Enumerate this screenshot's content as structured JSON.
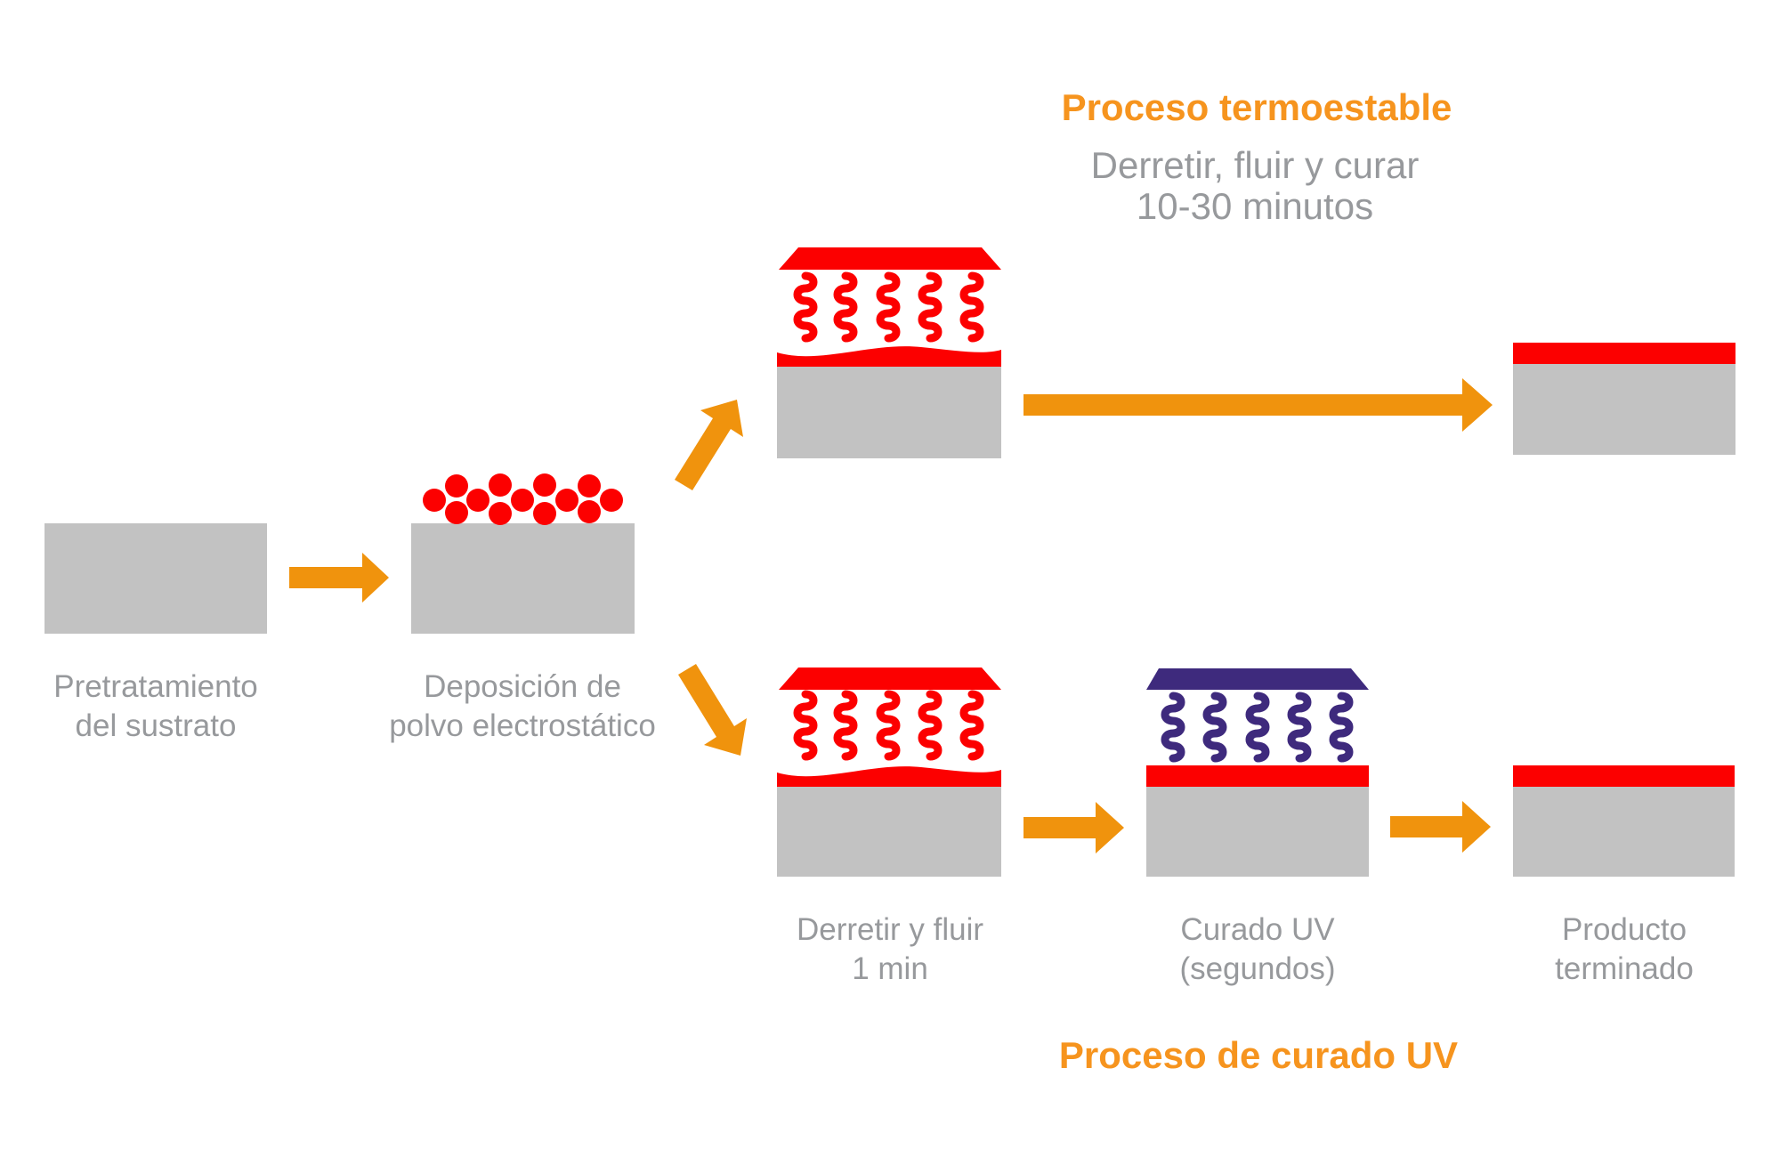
{
  "titles": {
    "thermoset_heading": "Proceso termoestable",
    "thermoset_sub_line1": "Derretir, fluir y curar",
    "thermoset_sub_line2": "10-30 minutos",
    "uv_heading": "Proceso de curado UV"
  },
  "steps": {
    "pretreatment": {
      "line1": "Pretratamiento",
      "line2": "del sustrato"
    },
    "deposition": {
      "line1": "Deposición de",
      "line2": "polvo electrostático"
    },
    "melt": {
      "line1": "Derretir y fluir",
      "line2": "1 min"
    },
    "uv_cure": {
      "line1": "Curado UV",
      "line2": "(segundos)"
    },
    "finished": {
      "line1": "Producto",
      "line2": "terminado"
    }
  },
  "icons": {
    "arrows": [
      "arrow-step1-icon",
      "arrow-branch-up-icon",
      "arrow-branch-down-icon",
      "arrow-thermoset-icon",
      "arrow-melt-to-uv-icon",
      "arrow-uv-to-product-icon"
    ],
    "shapes": [
      "substrate-block",
      "powder-dots",
      "heater-plate",
      "polymer-coils",
      "melted-coating",
      "uv-lamp",
      "uv-rays",
      "cured-coating"
    ]
  },
  "colors": {
    "arrow_orange": "#F0930D",
    "heading_orange": "#F6941E",
    "red": "#FC0000",
    "purple": "#3E2A7D",
    "shape_gray": "#C2C2C2",
    "text_gray": "#97999C"
  }
}
